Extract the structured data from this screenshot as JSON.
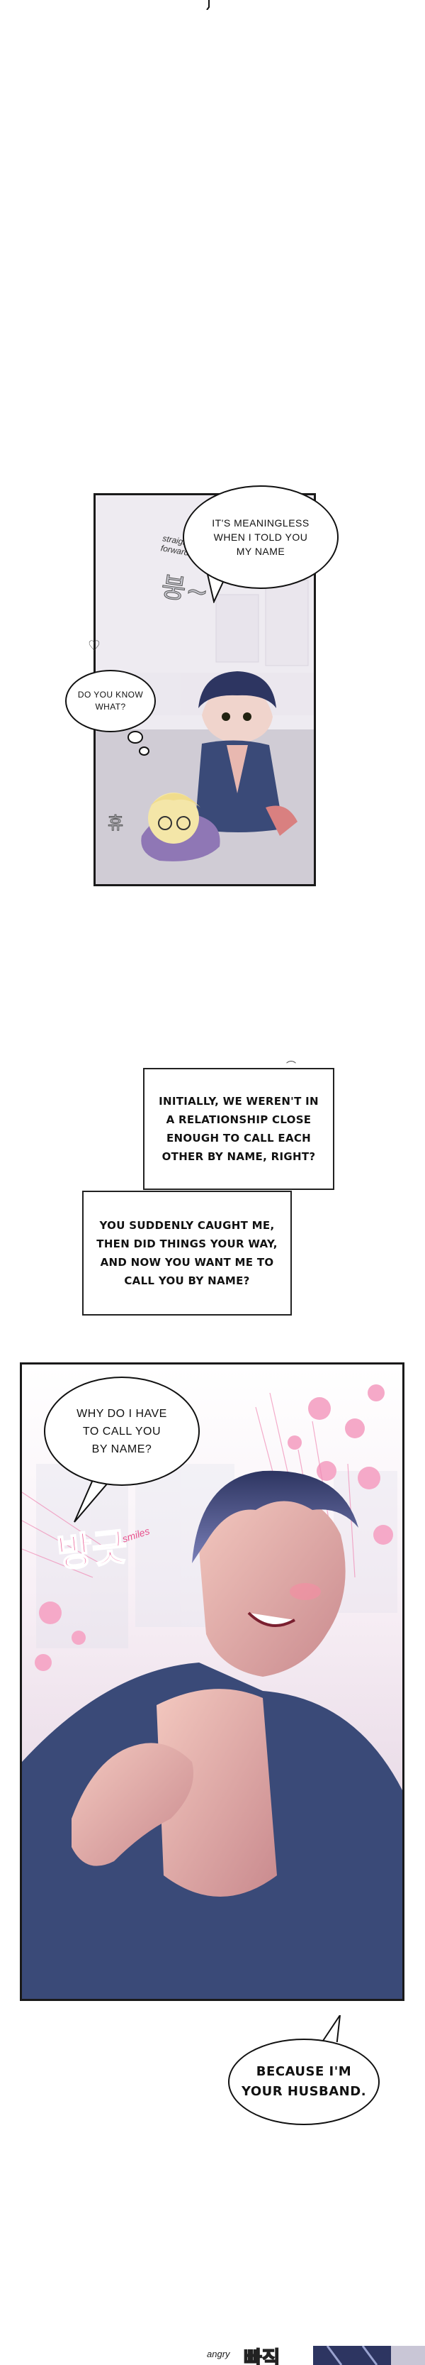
{
  "panel1": {
    "speech_bubble": [
      "IT'S MEANINGLESS",
      "WHEN I TOLD YOU",
      "MY NAME"
    ],
    "sfx_label": [
      "straight-",
      "forward"
    ],
    "sfx_korean_1": "붕~",
    "thought_bubble": [
      "DO YOU KNOW",
      "WHAT?"
    ],
    "sfx_korean_2": "휴",
    "heart_mark": "♡"
  },
  "narration": {
    "box1": [
      "INITIALLY, WE WEREN'T IN",
      "A RELATIONSHIP CLOSE",
      "ENOUGH TO CALL EACH",
      "OTHER BY NAME, RIGHT?"
    ],
    "box2": [
      "YOU SUDDENLY CAUGHT ME,",
      "THEN DID THINGS YOUR WAY,",
      "AND NOW YOU WANT ME TO",
      "CALL YOU BY NAME?"
    ]
  },
  "panel2": {
    "speech_bubble": [
      "WHY DO I HAVE",
      "TO CALL YOU",
      "BY NAME?"
    ],
    "sfx_korean": "방긋",
    "sfx_label": "smiles",
    "bottom_bubble": [
      "BECAUSE I'M",
      "YOUR HUSBAND."
    ]
  },
  "bottom_strip": {
    "sfx_label": "angry",
    "sfx_korean": "빠직"
  },
  "colors": {
    "ink": "#111111",
    "sfx_pink": "#e8508c",
    "pink_flowers": "#f5a9c8",
    "hair_navy": "#2d3561",
    "robe_blue": "#3a4a78",
    "skin": "#e8b8b0"
  }
}
